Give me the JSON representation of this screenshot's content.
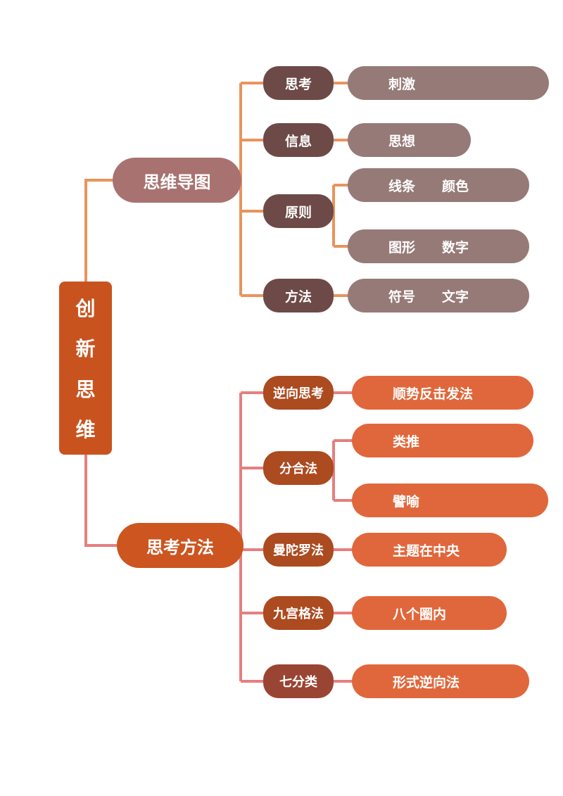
{
  "root": {
    "chars": [
      "创",
      "新",
      "思",
      "维"
    ]
  },
  "branch_top": {
    "label": "思维导图",
    "children": [
      {
        "label": "思考",
        "leaves": [
          [
            "刺激"
          ]
        ]
      },
      {
        "label": "信息",
        "leaves": [
          [
            "思想"
          ]
        ]
      },
      {
        "label": "原则",
        "leaves": [
          [
            "线条",
            "颜色"
          ],
          [
            "图形",
            "数字"
          ]
        ]
      },
      {
        "label": "方法",
        "leaves": [
          [
            "符号",
            "文字"
          ]
        ]
      }
    ]
  },
  "branch_bottom": {
    "label": "思考方法",
    "children": [
      {
        "label": "逆向思考",
        "leaves": [
          [
            "顺势反击发法"
          ]
        ]
      },
      {
        "label": "分合法",
        "leaves": [
          [
            "类推"
          ],
          [
            "譬喻"
          ]
        ]
      },
      {
        "label": "曼陀罗法",
        "leaves": [
          [
            "主题在中央"
          ]
        ]
      },
      {
        "label": "九宫格法",
        "leaves": [
          [
            "八个圈内"
          ]
        ]
      },
      {
        "label": "七分类",
        "leaves": [
          [
            "形式逆向法"
          ]
        ]
      }
    ]
  },
  "colors": {
    "root": "#c9531f",
    "top_branch": "#a87271",
    "top_mid": "#6d4a47",
    "top_leaf": "#957a77",
    "top_line": "#e8945c",
    "bottom_branch": "#cc5520",
    "bottom_mid": "#ac4a20",
    "bottom_mid_dark": "#9a4433",
    "bottom_leaf": "#e0673b",
    "bottom_line": "#e57f7f"
  }
}
